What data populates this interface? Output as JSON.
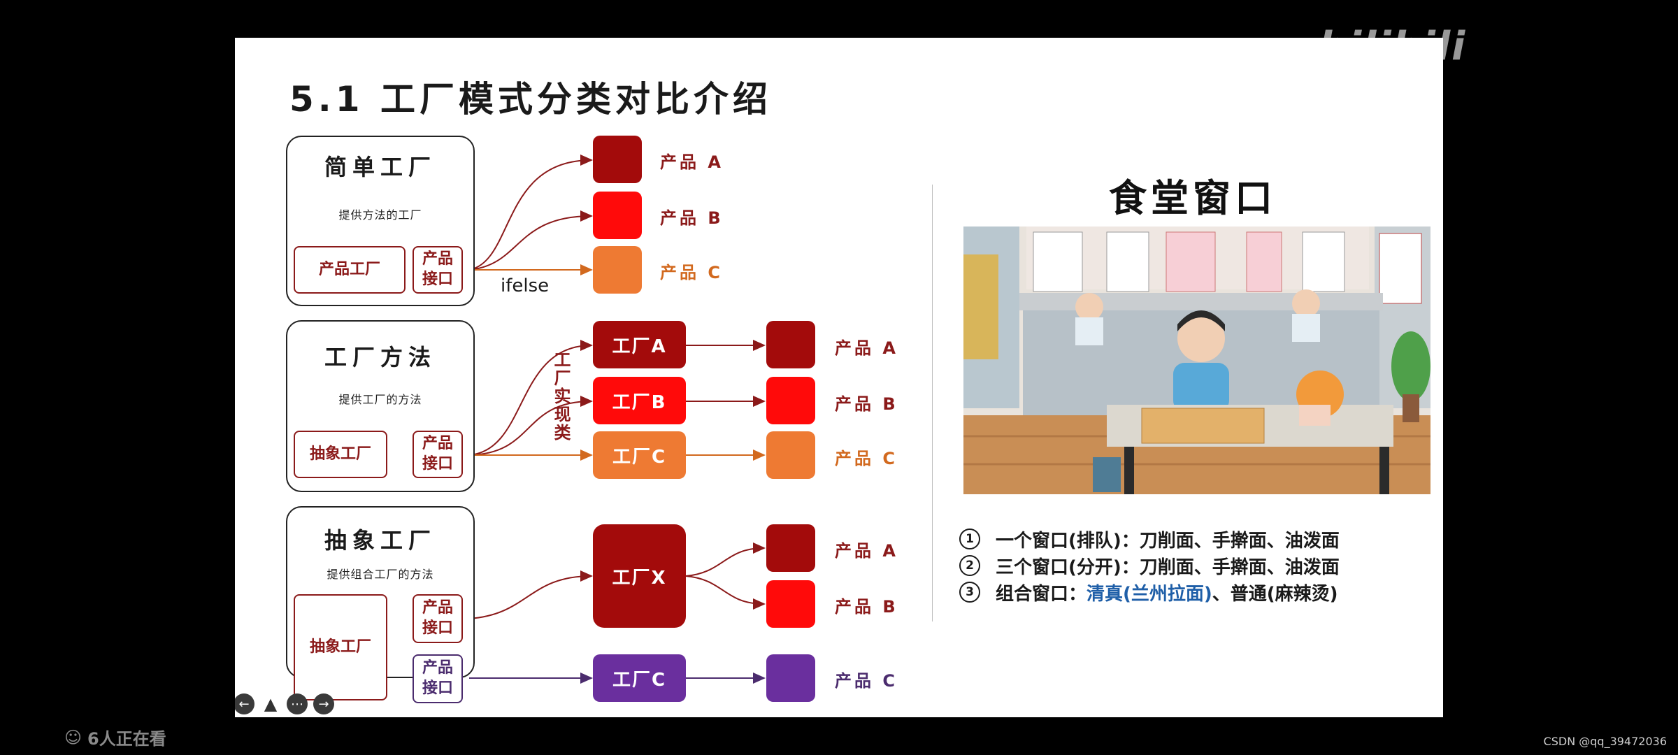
{
  "slide": {
    "title": "5.1 工厂模式分类对比介绍",
    "groups": [
      {
        "title": "简单工厂",
        "subtitle": "提供方法的工厂",
        "left_box": "产品工厂",
        "iface": "产品接口"
      },
      {
        "title": "工厂方法",
        "subtitle": "提供工厂的方法",
        "left_box": "抽象工厂",
        "iface": "产品接口"
      },
      {
        "title": "抽象工厂",
        "subtitle": "提供组合工厂的方法",
        "left_box": "抽象工厂",
        "iface_top": "产品接口",
        "iface_bottom": "产品接口"
      }
    ],
    "ifelse_label": "ifelse",
    "vertical_label": "工厂实现类",
    "factories": {
      "a": "工厂A",
      "b": "工厂B",
      "c": "工厂C",
      "x": "工厂X",
      "c2": "工厂C"
    },
    "products": {
      "a": "产品 A",
      "b": "产品 B",
      "c": "产品 C"
    },
    "colors": {
      "dark_red": "#a30b0b",
      "red": "#ff0a0a",
      "orange": "#ee7a33",
      "purple": "#6a2f9e",
      "text_red": "#8b1a1a",
      "text_orange": "#d2691e",
      "text_purple": "#4b2c6e"
    }
  },
  "canteen": {
    "title": "食堂窗口",
    "notes": [
      {
        "num": "1",
        "text": "一个窗口(排队)：刀削面、手擀面、油泼面"
      },
      {
        "num": "2",
        "text": "三个窗口(分开)：刀削面、手擀面、油泼面"
      },
      {
        "num": "3",
        "prefix": "组合窗口：",
        "blue": "清真(兰州拉面)",
        "rest": "、普通(麻辣烫)"
      }
    ]
  },
  "player": {
    "watermark": "bilibili",
    "viewers": "6人正在看",
    "credit": "CSDN @qq_39472036",
    "controls": [
      "prev-icon",
      "pen-icon",
      "more-icon",
      "next-icon"
    ]
  }
}
